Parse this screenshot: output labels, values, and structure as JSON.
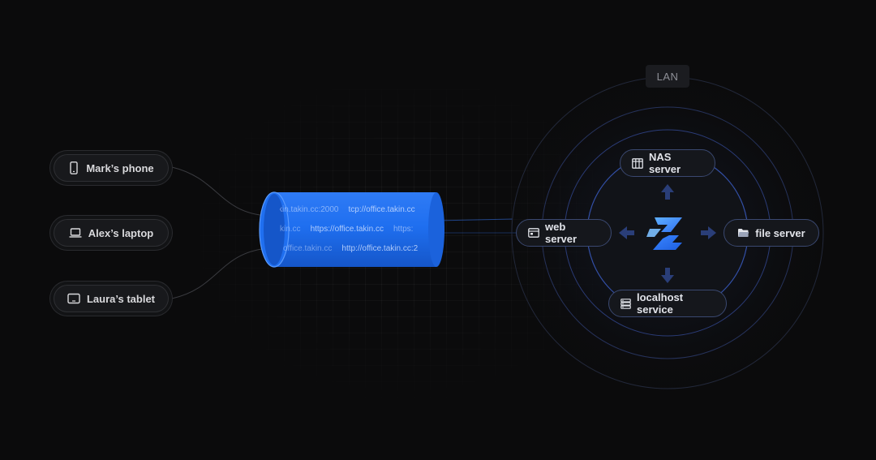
{
  "devices": [
    {
      "label": "Mark’s phone",
      "icon": "phone-icon"
    },
    {
      "label": "Alex’s laptop",
      "icon": "laptop-icon"
    },
    {
      "label": "Laura’s tablet",
      "icon": "tablet-icon"
    }
  ],
  "tunnel": {
    "rows": [
      [
        "kin.takin.cc:2000",
        "tcp://office.takin.cc"
      ],
      [
        "kin.cc",
        "https://office.takin.cc",
        "https:"
      ],
      [
        "office.takin.cc",
        "http://office.takin.cc:2"
      ]
    ],
    "color": "#1f6ff0"
  },
  "lan": {
    "label": "LAN",
    "nodes": {
      "nas": {
        "label": "NAS server",
        "icon": "nas-icon"
      },
      "web": {
        "label": "web server",
        "icon": "browser-window-icon"
      },
      "file": {
        "label": "file server",
        "icon": "folder-icon"
      },
      "localhost": {
        "label": "localhost service",
        "icon": "server-stack-icon"
      }
    },
    "hub_icon": "takin-logo",
    "accent": "#3b82f6"
  }
}
